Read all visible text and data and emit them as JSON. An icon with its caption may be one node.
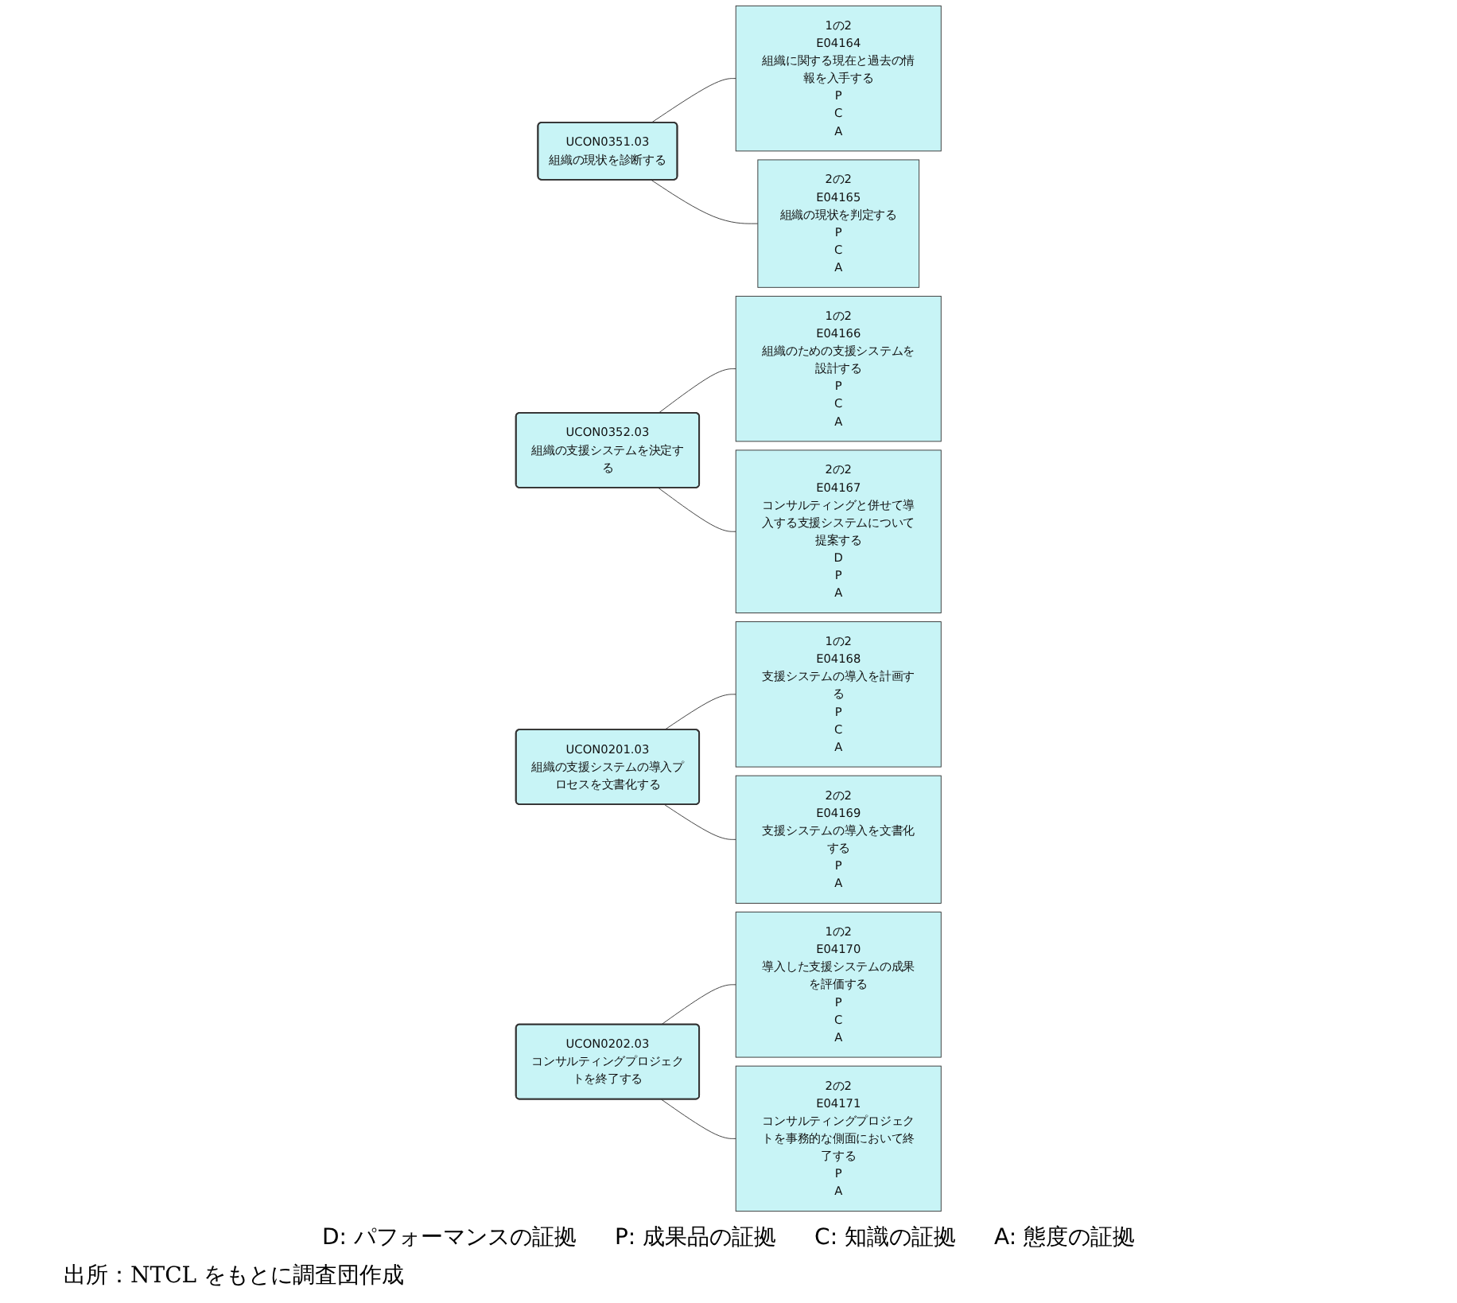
{
  "diagram": {
    "caption": "出所：NTCL をもとに調査団作成",
    "nodes": [
      {
        "text": [
          "UCON0351.03",
          "組織の現状を診断する"
        ]
      },
      {
        "text": [
          "1の2",
          "E04164",
          "組織に関する現在と過去の情報を入手する",
          "P",
          "C",
          "A"
        ]
      },
      {
        "text": [
          "2の2",
          "E04165",
          "組織の現状を判定する",
          "P",
          "C",
          "A"
        ]
      },
      {
        "text": [
          "UCON0352.03",
          "組織の支援システムを決定する"
        ]
      },
      {
        "text": [
          "1の2",
          "E04166",
          "組織のための支援システムを設計する",
          "P",
          "C",
          "A"
        ]
      },
      {
        "text": [
          "2の2",
          "E04167",
          "コンサルティングと併せて導入する支援システムについて提案する",
          "D",
          "P",
          "A"
        ]
      },
      {
        "text": [
          "UCON0201.03",
          "組織の支援システムの導入プロセスを文書化する"
        ]
      },
      {
        "text": [
          "1の2",
          "E04168",
          "支援システムの導入を計画する",
          "P",
          "C",
          "A"
        ]
      },
      {
        "text": [
          "2の2",
          "E04169",
          "支援システムの導入を文書化する",
          "P",
          "A"
        ]
      },
      {
        "text": [
          "UCON0202.03",
          "コンサルティングプロジェクトを終了する"
        ]
      },
      {
        "text": [
          "1の2",
          "E04170",
          "導入した支援システムの成果を評価する",
          "P",
          "C",
          "A"
        ]
      },
      {
        "text": [
          "2の2",
          "E04171",
          "コンサルティングプロジェクトを事務的な側面において終了する",
          "P",
          "A"
        ]
      }
    ],
    "edges": [
      {
        "from": 0,
        "to": 1,
        "arrow": "none"
      },
      {
        "from": 0,
        "to": 2,
        "arrow": "none"
      },
      {
        "from": 3,
        "to": 4,
        "arrow": "none"
      },
      {
        "from": 3,
        "to": 5,
        "arrow": "none"
      },
      {
        "from": 6,
        "to": 7,
        "arrow": "none"
      },
      {
        "from": 6,
        "to": 8,
        "arrow": "none"
      },
      {
        "from": 9,
        "to": 10,
        "arrow": "none"
      },
      {
        "from": 9,
        "to": 11,
        "arrow": "none"
      }
    ],
    "legend": [
      {
        "text": "D: パフォーマンスの証拠"
      },
      {
        "text": "P: 成果品の証拠"
      },
      {
        "text": "C: 知識の証拠"
      },
      {
        "text": "A: 態度の証拠"
      }
    ]
  }
}
